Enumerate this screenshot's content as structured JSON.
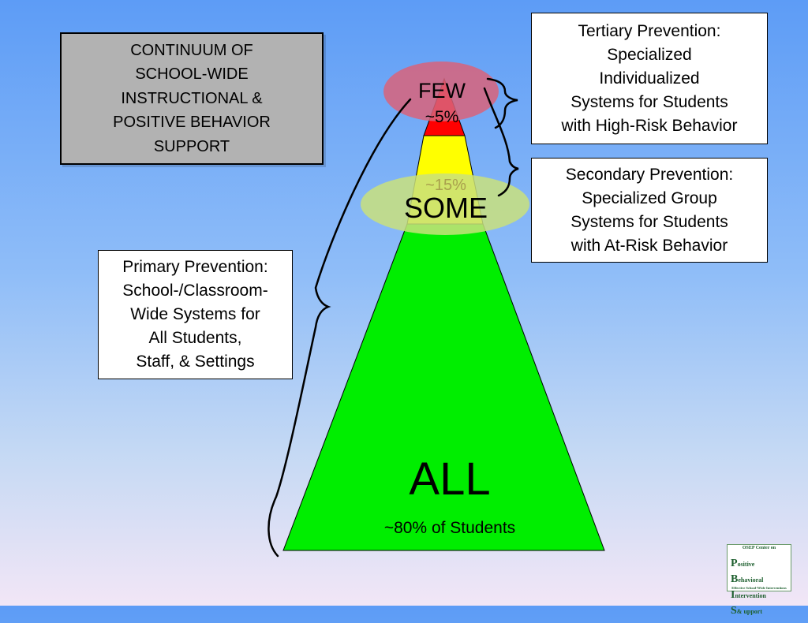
{
  "title_box": {
    "text": "CONTINUUM OF\nSCHOOL-WIDE\nINSTRUCTIONAL &\nPOSITIVE BEHAVIOR\nSUPPORT"
  },
  "tiers": {
    "tertiary": {
      "label": "FEW",
      "percent": "~5%",
      "description": "Tertiary Prevention:\nSpecialized\nIndividualized\nSystems for Students\nwith High-Risk Behavior",
      "color": "#ff0000",
      "highlight_color": "#d9637a"
    },
    "secondary": {
      "label": "SOME",
      "percent": "~15%",
      "description": "Secondary Prevention:\nSpecialized Group\nSystems for Students\nwith At-Risk Behavior",
      "color": "#ffff00",
      "highlight_color": "#c9e07c"
    },
    "primary": {
      "label": "ALL",
      "percent": "~80% of Students",
      "description": "Primary Prevention:\nSchool-/Classroom-\nWide Systems for\nAll Students,\nStaff, & Settings",
      "color": "#00ee00"
    }
  },
  "logo": {
    "top_text": "OSEP Center on",
    "letters": [
      "P",
      "B",
      "I",
      "S"
    ],
    "words": [
      "ositive",
      "ehavioral",
      "ntervention",
      "& upport"
    ],
    "bottom_text": "Effective School-Wide Interventions"
  }
}
